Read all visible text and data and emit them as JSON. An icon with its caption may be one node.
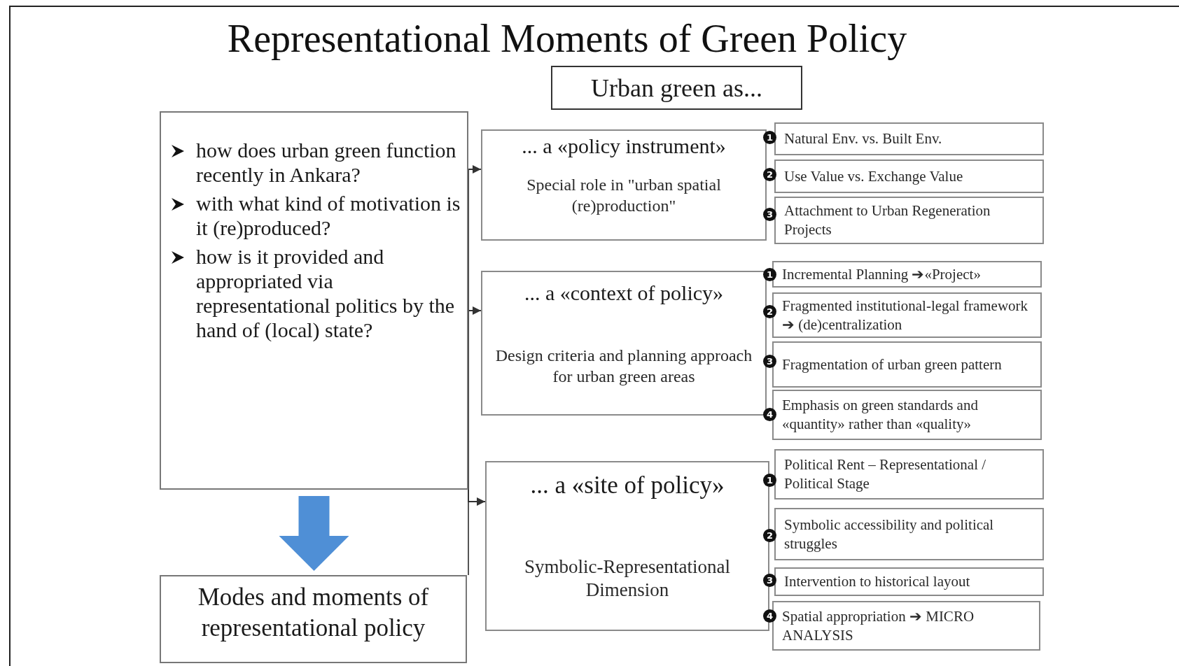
{
  "diagram": {
    "title": "Representational Moments of Green Policy",
    "nodes": [
      {
        "text": [
          "Urban green as..."
        ]
      },
      {
        "text": [
          "how does urban green function recently in Ankara?",
          "with what kind of motivation is it (re)produced?",
          "how is it provided and appropriated via representational politics by the hand of (local) state?"
        ]
      },
      {
        "text": [
          "Modes and moments of representational policy"
        ]
      },
      {
        "text": [
          "... a «policy instrument»",
          "Special role in \"urban spatial (re)production\""
        ]
      },
      {
        "text": [
          "... a «context of policy»",
          "Design criteria and planning approach for urban green areas"
        ]
      },
      {
        "text": [
          "... a «site of policy»",
          "Symbolic-Representational Dimension"
        ]
      },
      {
        "text": [
          "Natural Env. vs. Built Env."
        ]
      },
      {
        "text": [
          "Use Value vs. Exchange Value"
        ]
      },
      {
        "text": [
          "Attachment to Urban Regeneration Projects"
        ]
      },
      {
        "text": [
          "Incremental Planning ➔«Project»"
        ]
      },
      {
        "text": [
          "Fragmented institutional-legal framework ➔ (de)centralization"
        ]
      },
      {
        "text": [
          "Fragmentation of urban green pattern"
        ]
      },
      {
        "text": [
          "Emphasis on green standards and «quantity» rather than «quality»"
        ]
      },
      {
        "text": [
          "Political Rent – Representational / Political Stage"
        ]
      },
      {
        "text": [
          "Symbolic accessibility and political struggles"
        ]
      },
      {
        "text": [
          "Intervention to historical layout"
        ]
      },
      {
        "text": [
          "Spatial appropriation ➔ MICRO ANALYSIS"
        ]
      }
    ],
    "edges": [
      {
        "from": 1,
        "to": 3,
        "arrow": "to"
      },
      {
        "from": 1,
        "to": 4,
        "arrow": "to"
      },
      {
        "from": 1,
        "to": 5,
        "arrow": "to"
      },
      {
        "from": 1,
        "to": 2,
        "arrow": "to",
        "style": "thick",
        "color": "#4f8fd6"
      }
    ],
    "labels": [
      "1",
      "2",
      "3",
      "1",
      "2",
      "3",
      "4",
      "1",
      "2",
      "3",
      "4"
    ]
  }
}
